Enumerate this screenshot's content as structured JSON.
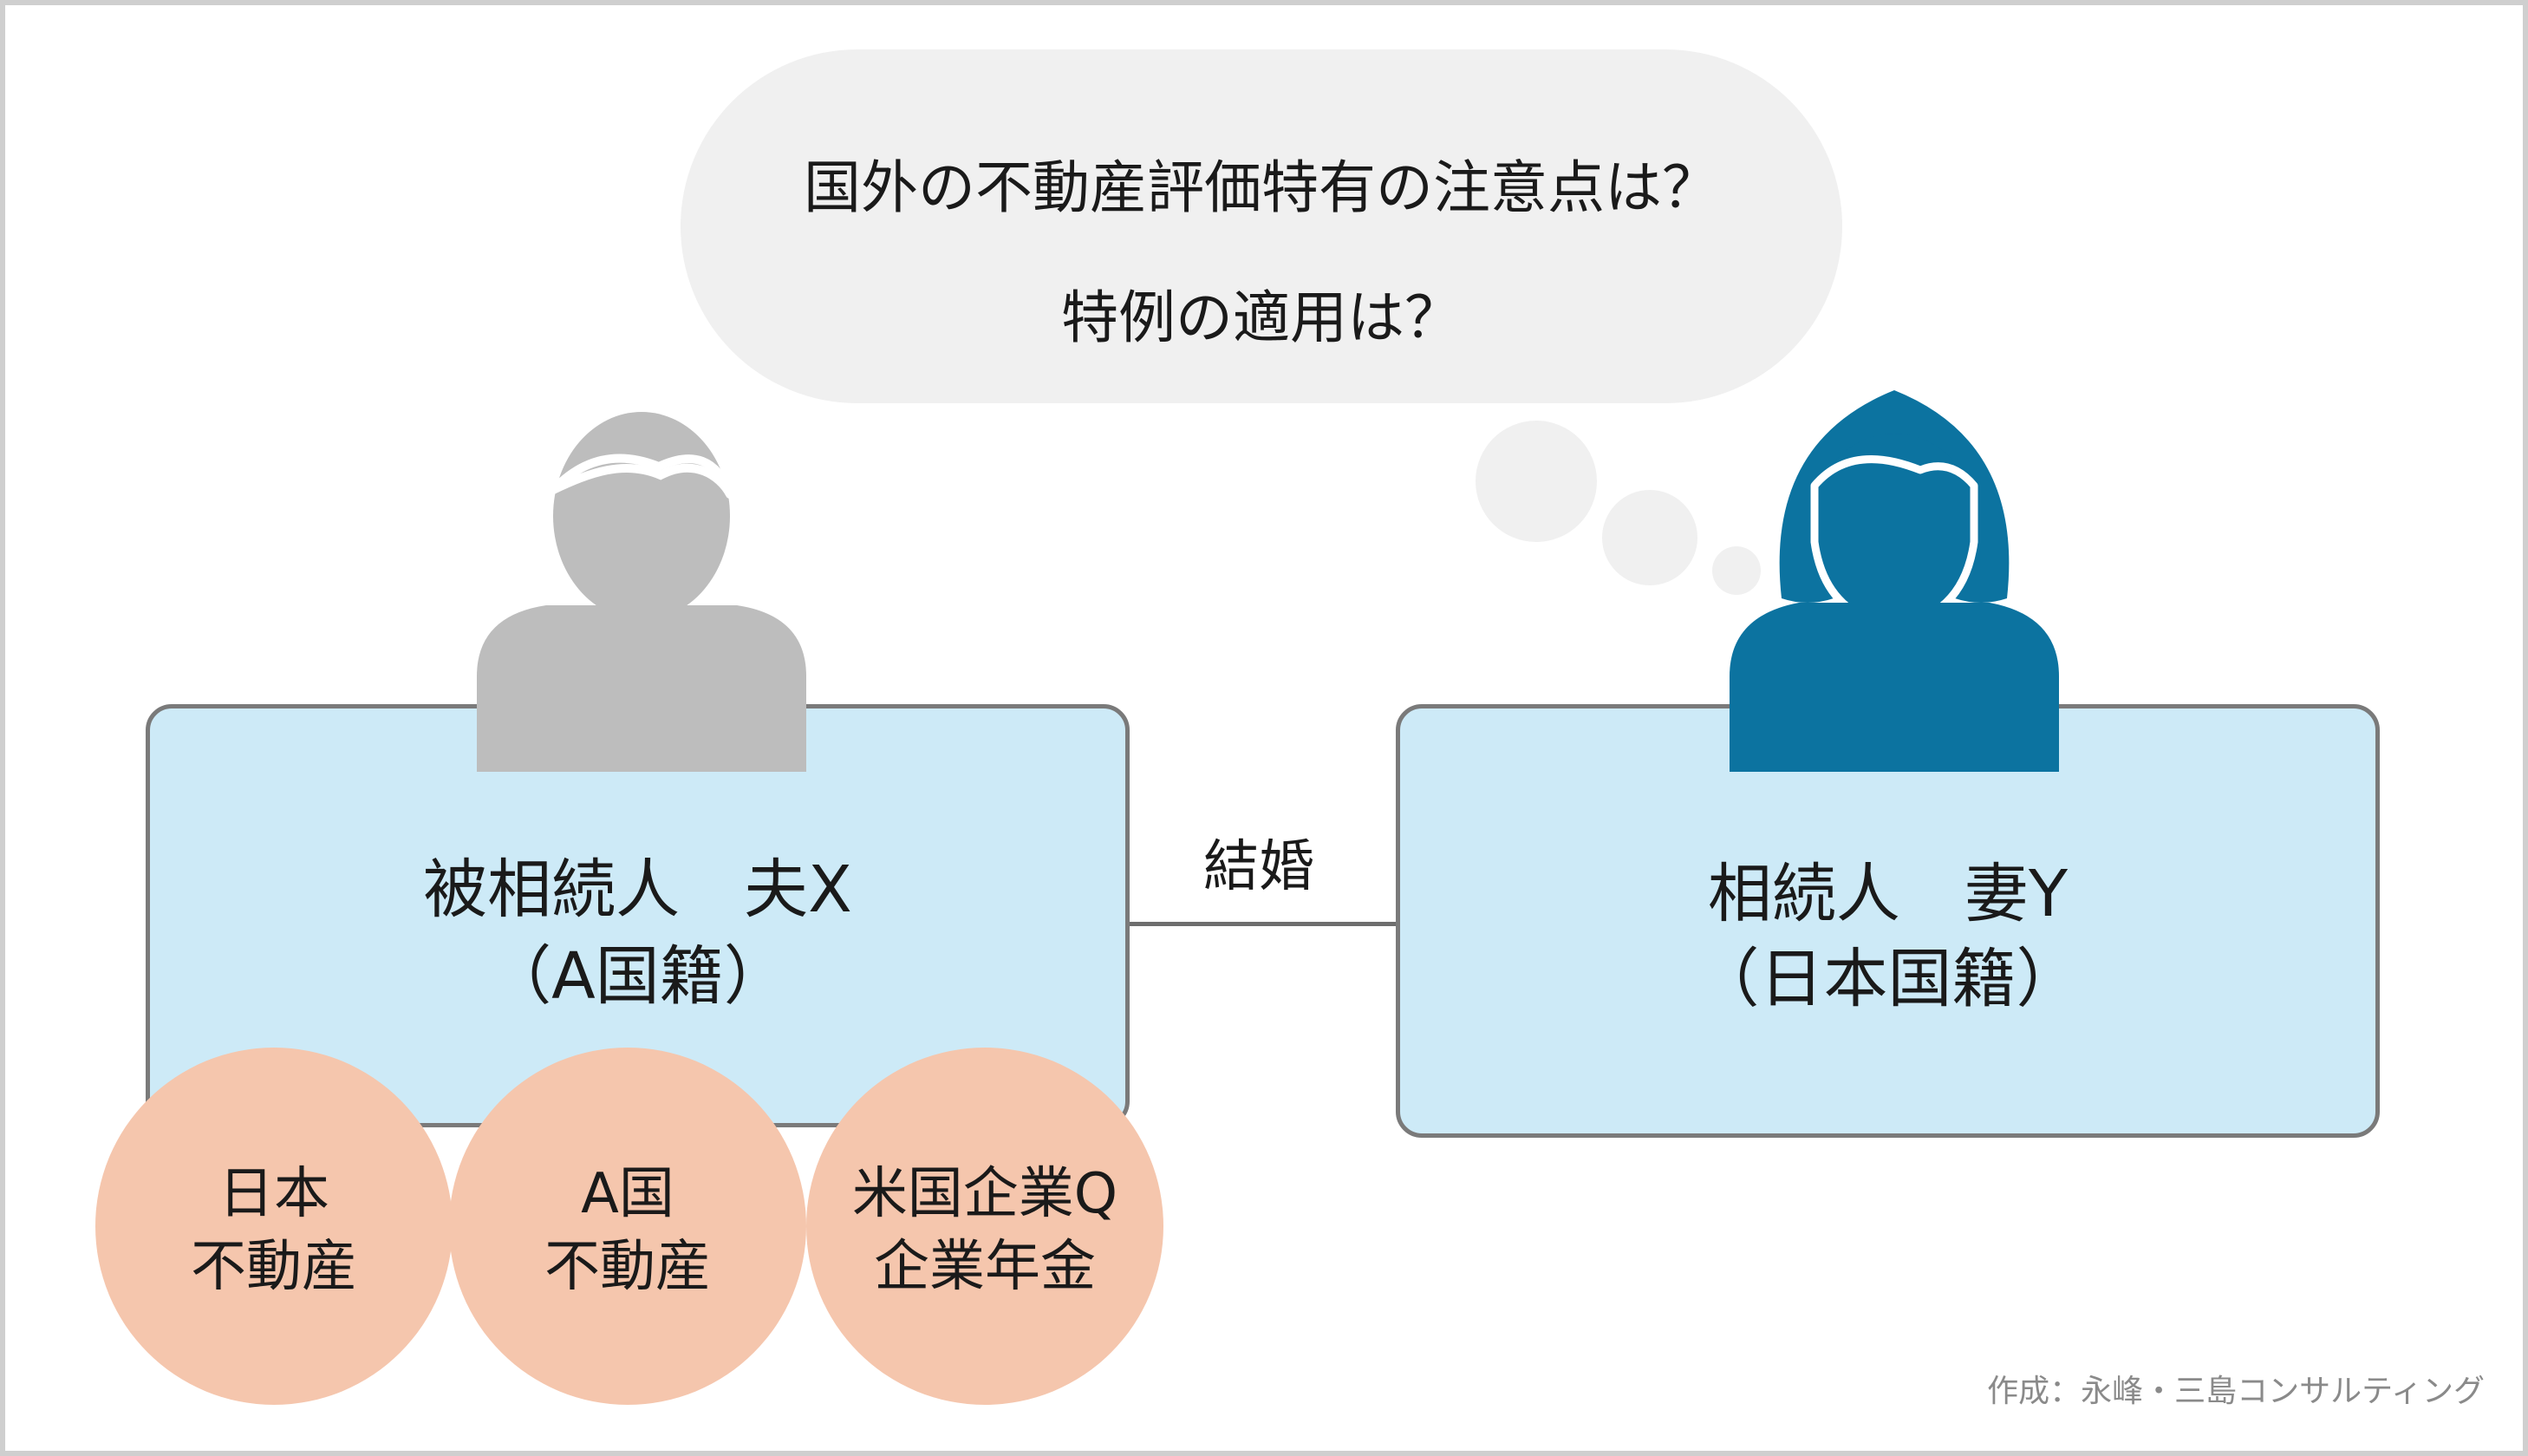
{
  "question": {
    "line1": "国外の不動産評価特有の注意点は？",
    "line2": "特例の適用は？"
  },
  "decedent": {
    "role_line": "被相続人　夫X",
    "nationality": "（A国籍）",
    "figure_color": "#bdbdbd",
    "figure_icon": "man-icon"
  },
  "heir": {
    "role_line": "相続人　妻Y",
    "nationality": "（日本国籍）",
    "figure_color": "#0c73a0",
    "figure_icon": "woman-icon"
  },
  "relation": {
    "label": "結婚"
  },
  "assets": [
    {
      "line1": "日本",
      "line2": "不動産"
    },
    {
      "line1": "A国",
      "line2": "不動産"
    },
    {
      "line1": "米国企業Q",
      "line2": "企業年金"
    }
  ],
  "credit": "作成：永峰・三島コンサルティング",
  "colors": {
    "card_fill": "#cdeaf7",
    "card_border": "#7a7a7a",
    "asset_fill": "#f5c6ad",
    "speech_fill": "#f0f0f0"
  }
}
